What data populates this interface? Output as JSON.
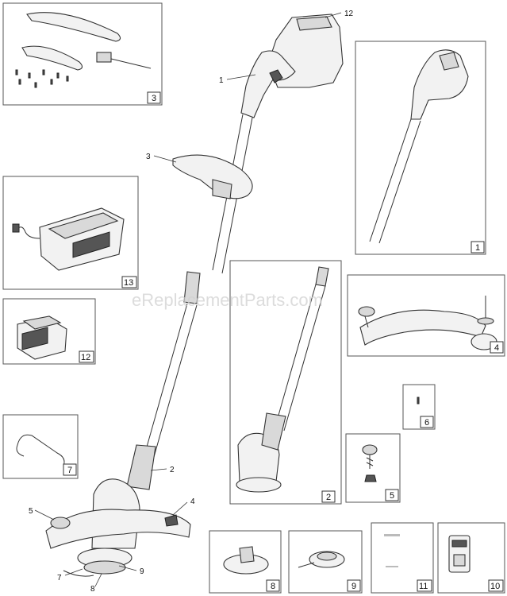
{
  "watermark": "eReplacementParts.com",
  "callouts": {
    "main_1": "1",
    "main_2": "2",
    "main_3": "3",
    "main_4": "4",
    "main_5": "5",
    "main_7": "7",
    "main_8": "8",
    "main_9": "9",
    "main_12": "12"
  },
  "boxes": {
    "box_3": "3",
    "box_1": "1",
    "box_13": "13",
    "box_12": "12",
    "box_7": "7",
    "box_2": "2",
    "box_4": "4",
    "box_6": "6",
    "box_5": "5",
    "box_8": "8",
    "box_9": "9",
    "box_11": "11",
    "box_10": "10"
  }
}
